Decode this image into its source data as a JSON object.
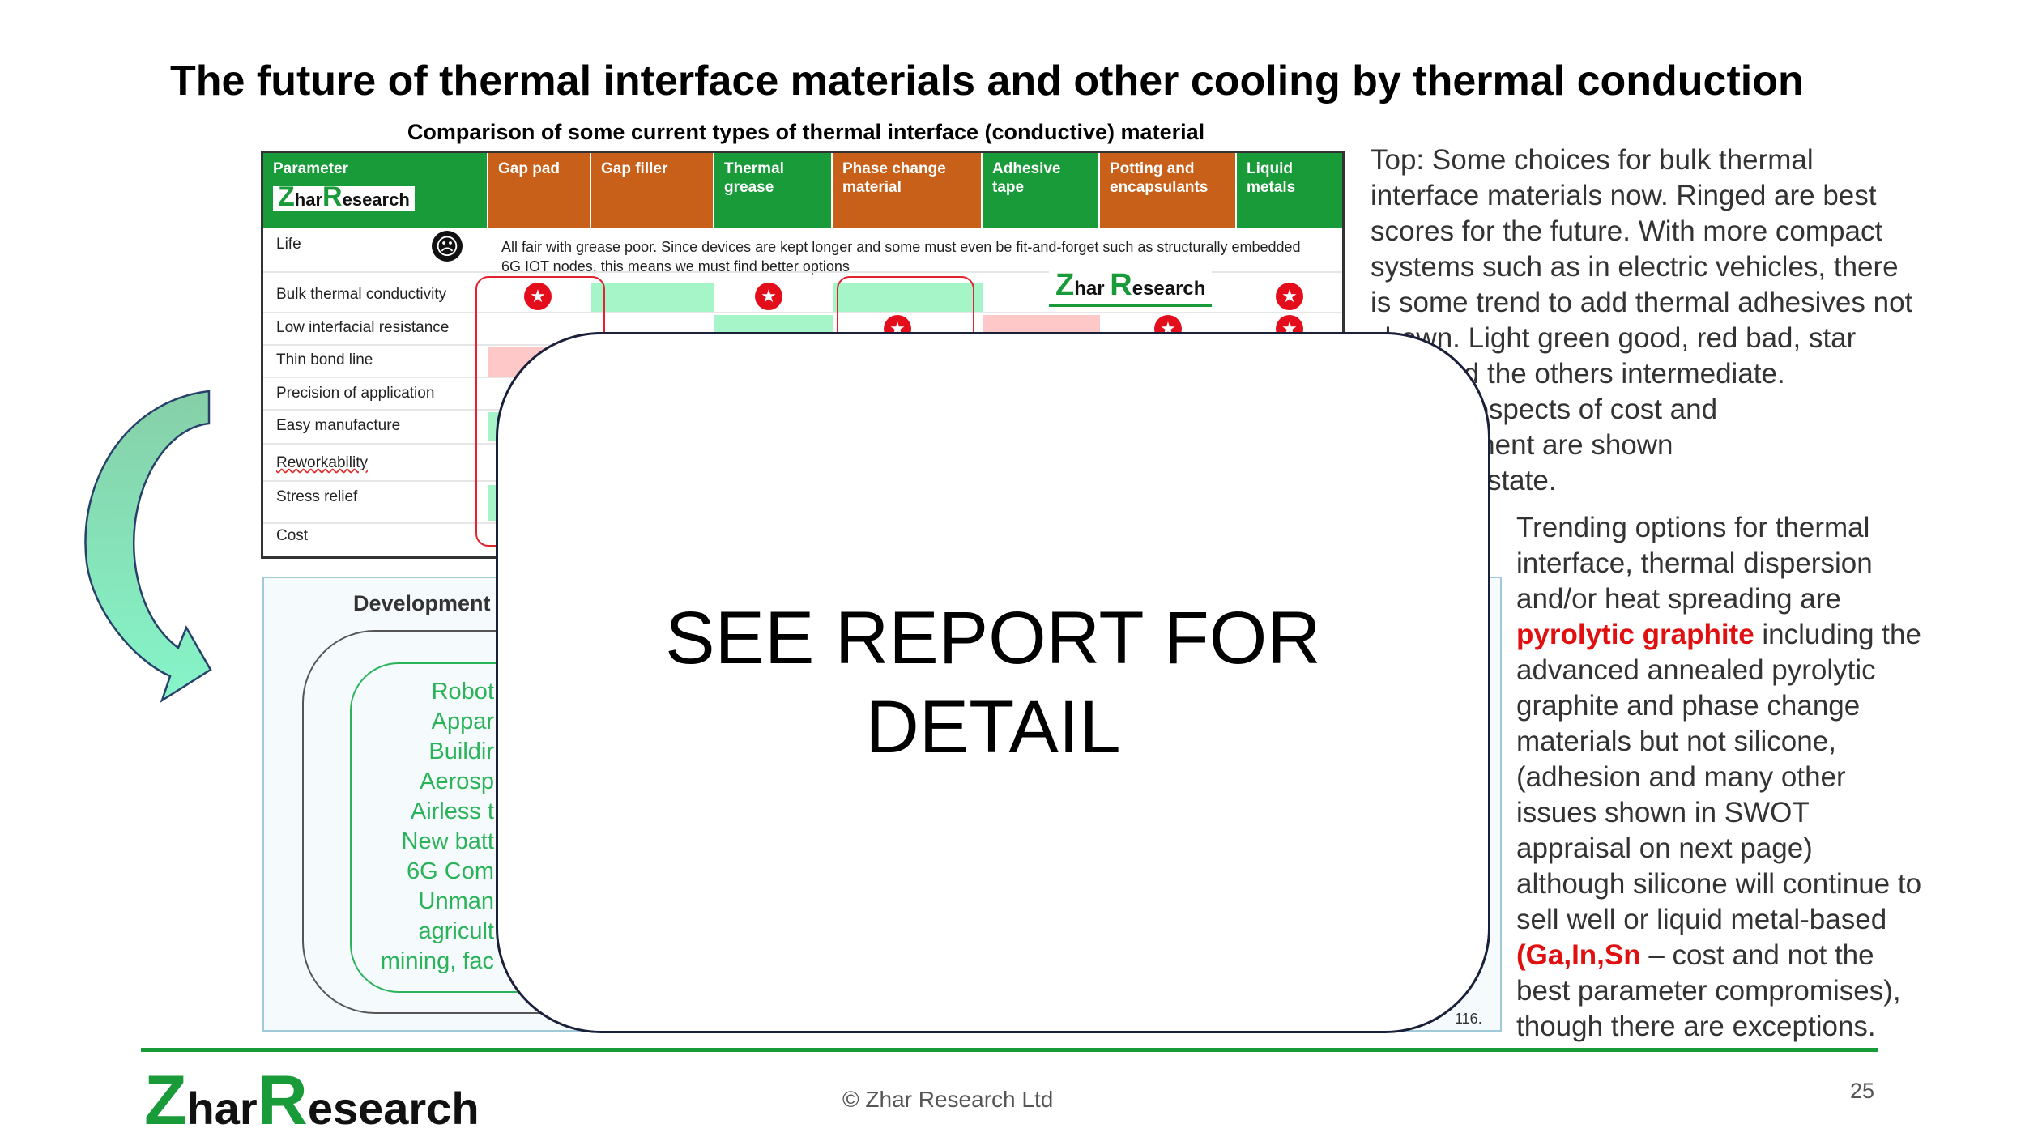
{
  "title": "The future of thermal interface materials and other cooling by thermal conduction",
  "table": {
    "caption": "Comparison of some current types of thermal interface (conductive) material",
    "headers": [
      "Parameter",
      "Gap pad",
      "Gap filler",
      "Thermal grease",
      "Phase change material",
      "Adhesive tape",
      "Potting and encapsulants",
      "Liquid metals"
    ],
    "rows": [
      "Life",
      "Bulk thermal conductivity",
      "Low interfacial resistance",
      "Thin bond line",
      "Precision of application",
      "Easy manufacture",
      "Reworkability",
      "Stress relief",
      "Cost"
    ],
    "life_note": "All fair with grease poor. Since devices are kept longer and some must even be fit-and-forget such as structurally embedded 6G IOT nodes, this means we must find better options"
  },
  "logo": {
    "z": "Z",
    "har": "har",
    "r": "R",
    "esearch": "esearch"
  },
  "panel": {
    "title": "Development",
    "list": [
      "Robot",
      "Appar",
      "Buildir",
      "Aerosp",
      "Airless t",
      "New batt",
      "6G Com",
      "Unman",
      "agricult",
      "mining, fac"
    ],
    "note": "116."
  },
  "overlay": {
    "line1": "SEE REPORT FOR",
    "line2": "DETAIL"
  },
  "right_text": {
    "p1": [
      "Top: Some choices for bulk thermal",
      "interface materials now. Ringed are best",
      "scores for the future. With more compact",
      "systems such as in electric vehicles, there",
      "is some trend to add thermal adhesives not",
      "shown. Light green good, red bad, star",
      "best and the others intermediate.",
      "Good prospects of cost and",
      "improvement are shown",
      "are solid-state."
    ],
    "p2a": [
      "Trending options for thermal",
      "interface, thermal dispersion",
      "and/or heat spreading are"
    ],
    "pyro": "pyrolytic graphite",
    "pyro_tail": " including the",
    "p2b": [
      "advanced annealed pyrolytic",
      "graphite and phase change",
      "materials but not silicone,",
      "(adhesion and many other",
      "issues shown in SWOT",
      "appraisal on next page)",
      "although silicone will continue to",
      "sell well or liquid metal-based"
    ],
    "gainsn": "(Ga,In,Sn",
    "gainsn_tail": " – cost and not the",
    "p2c": [
      "best parameter compromises),",
      "though there are exceptions."
    ]
  },
  "footer": {
    "copyright": "© Zhar Research Ltd",
    "page": "25"
  }
}
